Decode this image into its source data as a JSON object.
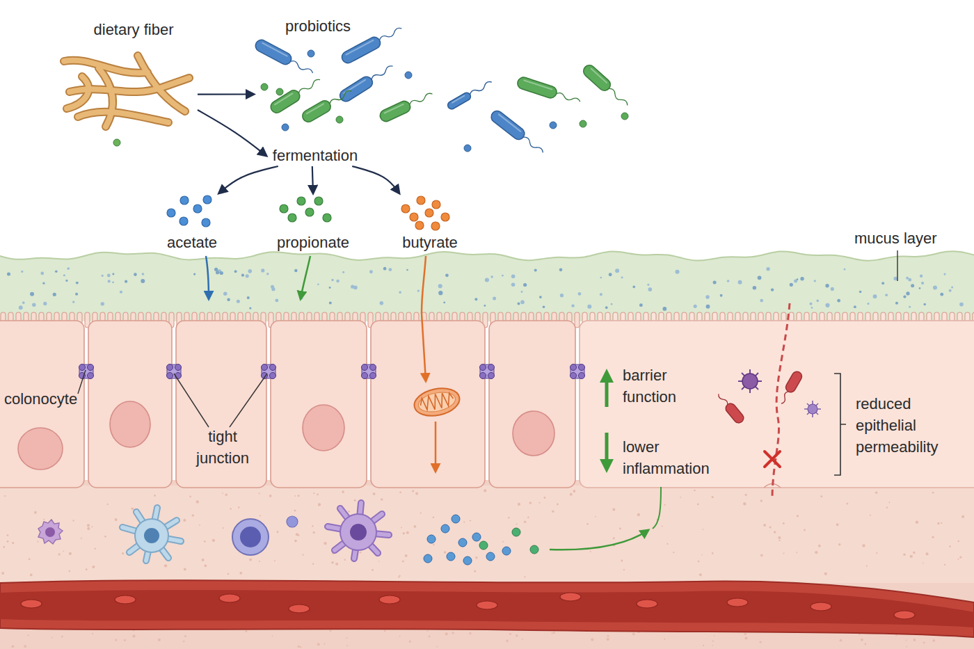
{
  "diagram": {
    "nodes": [
      {
        "text": [
          "dietary fiber"
        ]
      },
      {
        "text": [
          "probiotics"
        ]
      },
      {
        "text": [
          "fermentation"
        ]
      },
      {
        "text": [
          "acetate"
        ]
      },
      {
        "text": [
          "propionate"
        ]
      },
      {
        "text": [
          "butyrate"
        ]
      }
    ],
    "edges": [
      {
        "from": 0,
        "to": 1,
        "arrow": "to"
      },
      {
        "from": 0,
        "to": 2,
        "arrow": "to"
      },
      {
        "from": 2,
        "to": 3,
        "arrow": "to"
      },
      {
        "from": 2,
        "to": 4,
        "arrow": "to"
      },
      {
        "from": 2,
        "to": 5,
        "arrow": "to"
      }
    ],
    "labels": [
      "mucus layer",
      "colonocyte",
      "tight junction",
      "barrier function",
      "lower inflammation",
      "reduced epithelial permeability"
    ]
  }
}
